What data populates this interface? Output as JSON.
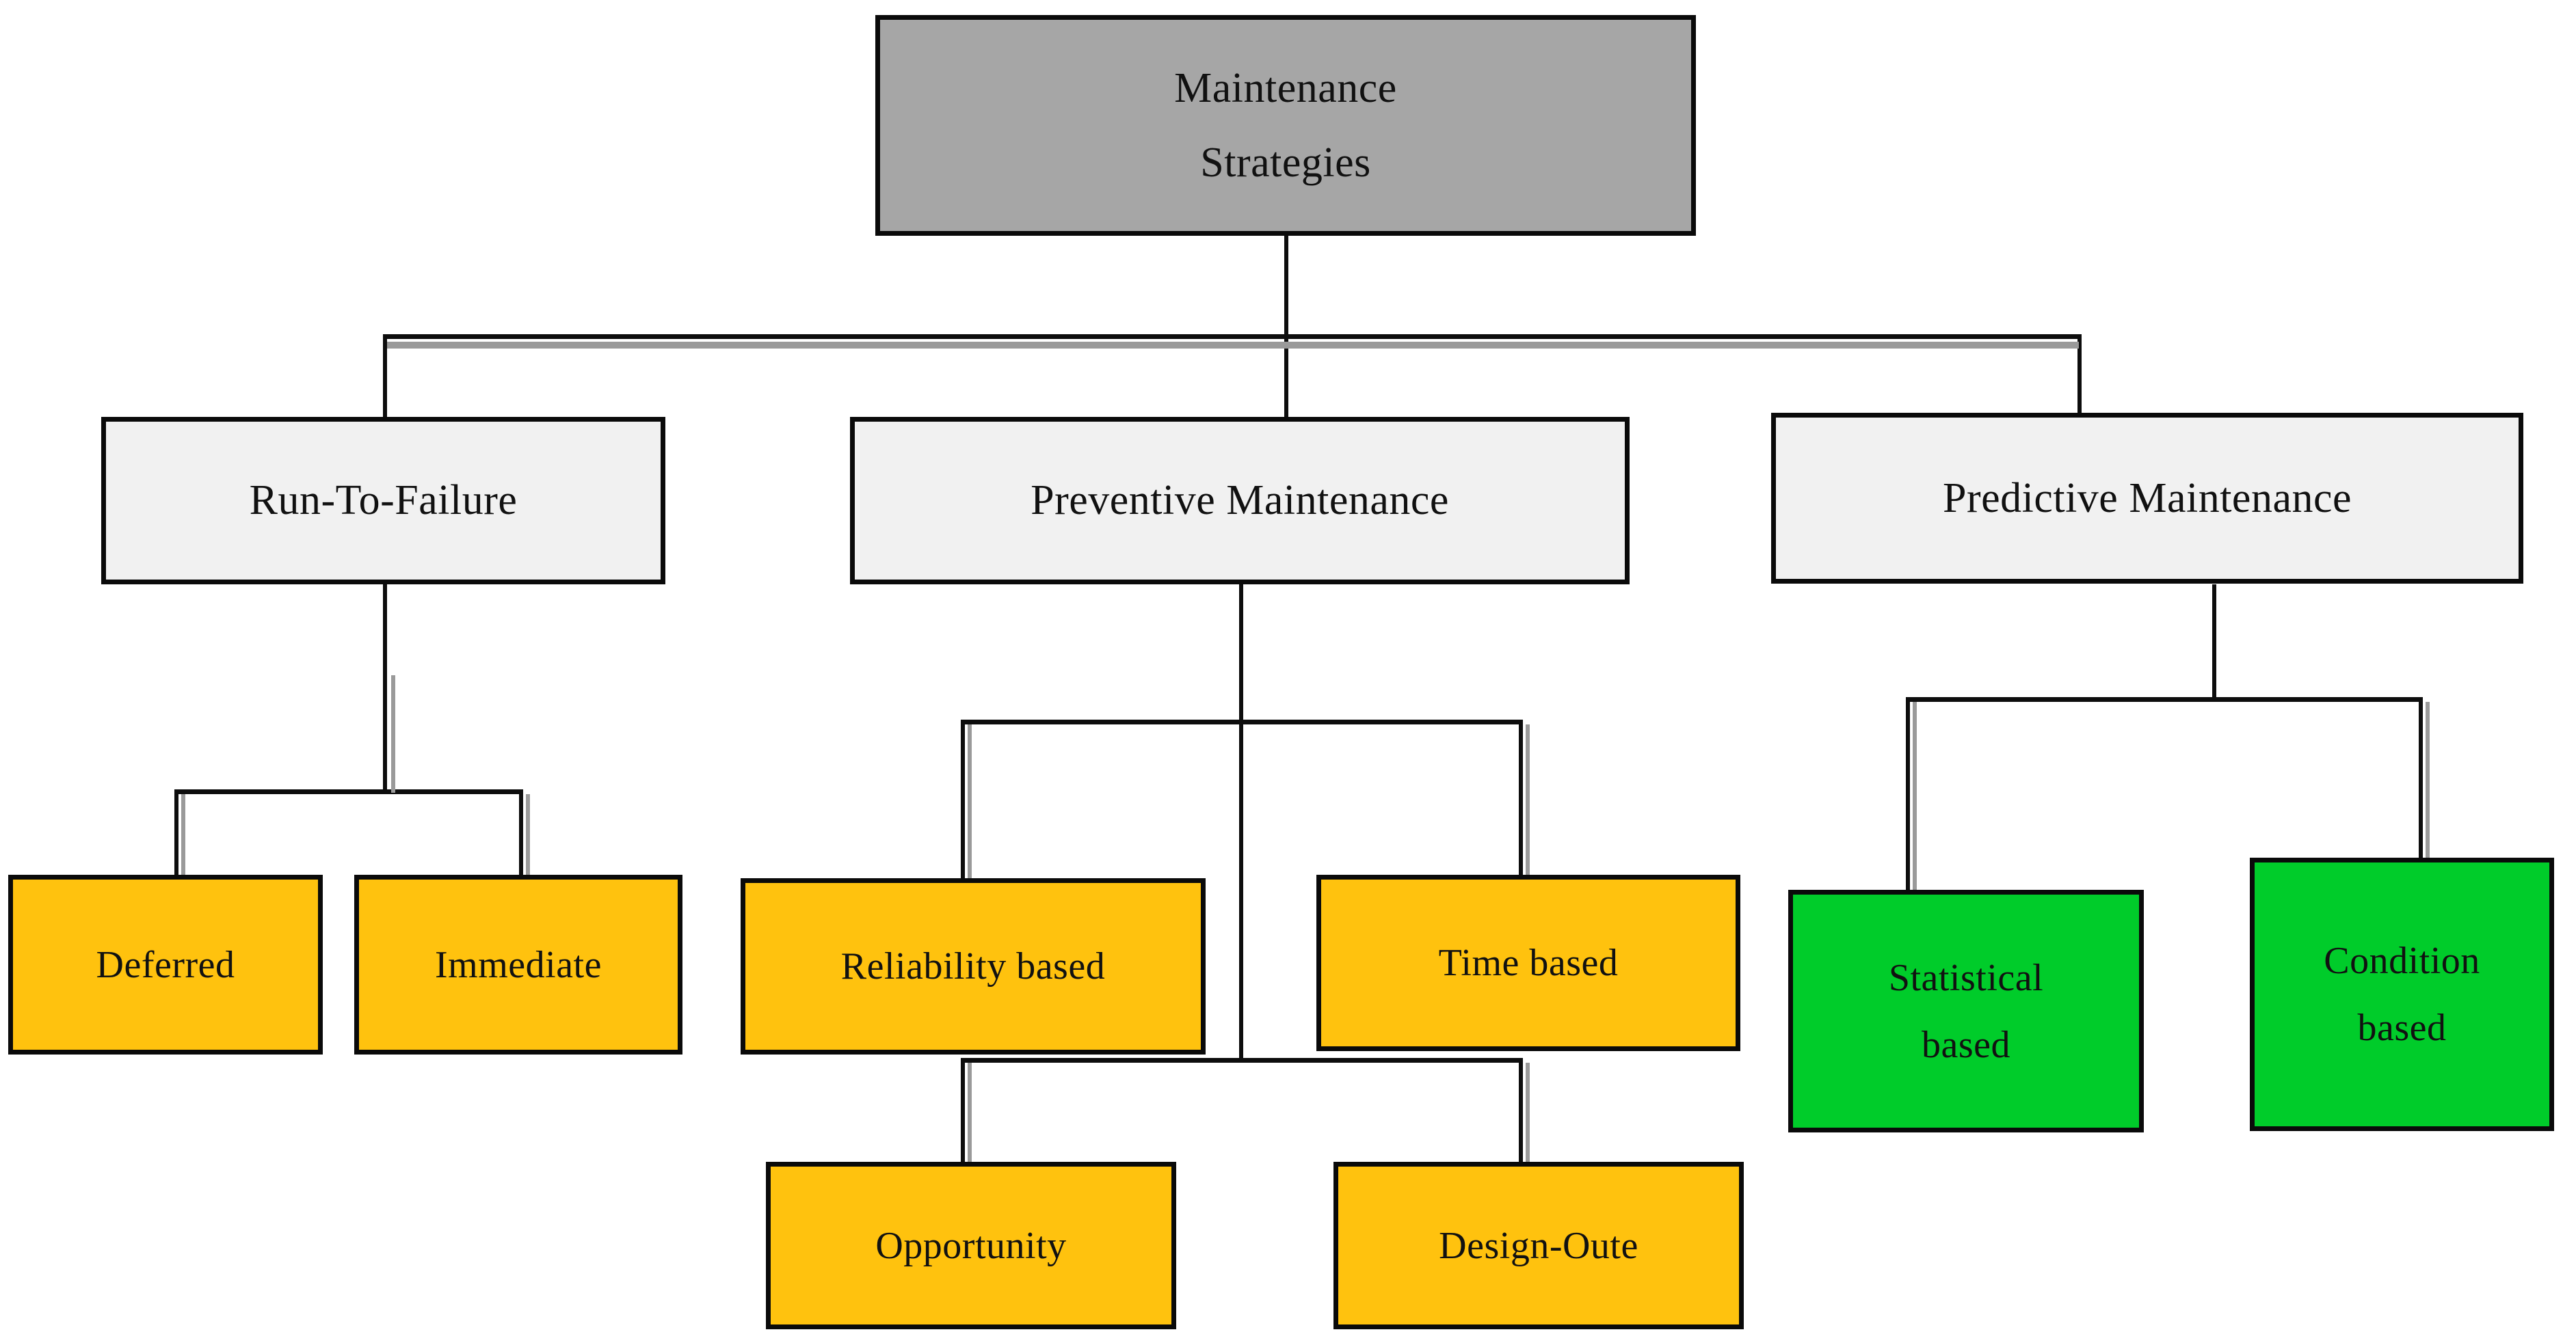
{
  "diagram": {
    "type": "tree",
    "title": "Maintenance Strategies taxonomy",
    "colors": {
      "root_fill": "#a6a6a6",
      "level2_fill": "#f1f1f1",
      "leaf_orange_fill": "#ffc20e",
      "leaf_green_fill": "#00cc2a",
      "border": "#0a0a0a",
      "connector": "#0d0d0d",
      "background": "#ffffff"
    },
    "root": {
      "line1": "Maintenance",
      "line2": "Strategies"
    },
    "level2": [
      {
        "label": "Run-To-Failure"
      },
      {
        "label": "Preventive Maintenance"
      },
      {
        "label": "Predictive Maintenance"
      }
    ],
    "leaves": {
      "run_to_failure": [
        {
          "label": "Deferred"
        },
        {
          "label": "Immediate"
        }
      ],
      "preventive_upper": [
        {
          "label": "Reliability based"
        },
        {
          "label": "Time based"
        }
      ],
      "preventive_lower": [
        {
          "label": "Opportunity"
        },
        {
          "label": "Design-Oute"
        }
      ],
      "predictive": [
        {
          "line1": "Statistical",
          "line2": "based"
        },
        {
          "line1": "Condition",
          "line2": "based"
        }
      ]
    }
  }
}
